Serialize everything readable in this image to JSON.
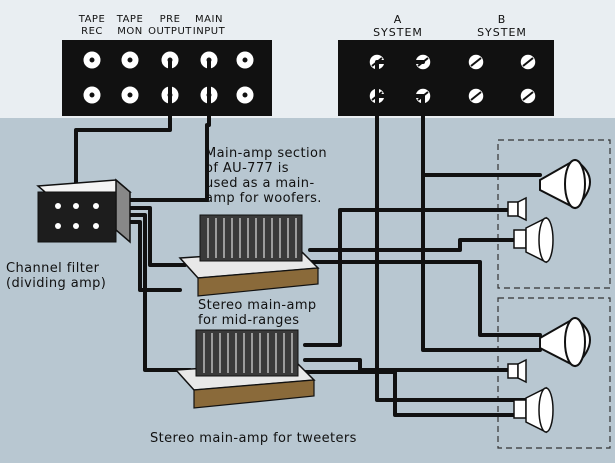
{
  "preamp_jacks": {
    "tape_rec": "TAPE REC",
    "tape_mon": "TAPE MON",
    "pre_output": "PRE OUTPUT",
    "main_input": "MAIN INPUT"
  },
  "speaker_terminals": {
    "system_a": "A SYSTEM",
    "system_b": "B SYSTEM"
  },
  "annotations": {
    "main_amp_line1": "Main-amp section",
    "main_amp_line2": "of AU-777 is",
    "main_amp_line3": "used as a main-",
    "main_amp_line4": "amp for woofers.",
    "channel_filter_line1": "Channel filter",
    "channel_filter_line2": "(dividing amp)",
    "midrange_line1": "Stereo main-amp",
    "midrange_line2": "for mid-ranges",
    "tweeter": "Stereo main-amp for tweeters"
  }
}
